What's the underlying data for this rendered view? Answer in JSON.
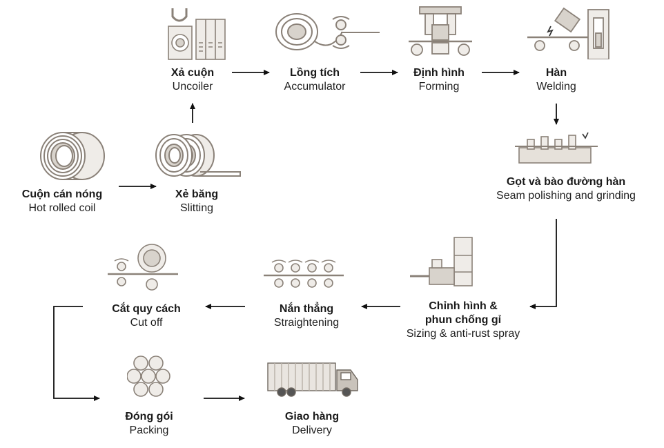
{
  "steps": {
    "hot_rolled_coil": {
      "vi": "Cuộn cán nóng",
      "en": "Hot rolled coil"
    },
    "slitting": {
      "vi": "Xẻ băng",
      "en": "Slitting"
    },
    "uncoiler": {
      "vi": "Xả cuộn",
      "en": "Uncoiler"
    },
    "accumulator": {
      "vi": "Lồng tích",
      "en": "Accumulator"
    },
    "forming": {
      "vi": "Định hình",
      "en": "Forming"
    },
    "welding": {
      "vi": "Hàn",
      "en": "Welding"
    },
    "seam_polishing": {
      "vi": "Gọt và bào đường hàn",
      "en": "Seam polishing and grinding"
    },
    "sizing": {
      "vi_line1": "Chỉnh hình &",
      "vi_line2": "phun chống gỉ",
      "en": "Sizing & anti-rust spray"
    },
    "straightening": {
      "vi": "Nắn thẳng",
      "en": "Straightening"
    },
    "cut_off": {
      "vi": "Cắt quy cách",
      "en": "Cut off"
    },
    "packing": {
      "vi": "Đóng gói",
      "en": "Packing"
    },
    "delivery": {
      "vi": "Giao hàng",
      "en": "Delivery"
    }
  },
  "icons": {
    "hot_rolled_coil": "coil-icon",
    "slitting": "slit-coil-icon",
    "uncoiler": "uncoiler-machine-icon",
    "accumulator": "accumulator-icon",
    "forming": "forming-press-icon",
    "welding": "welding-machine-icon",
    "seam_polishing": "seam-grinder-icon",
    "sizing": "sizing-spray-machine-icon",
    "straightening": "straightening-rollers-icon",
    "cut_off": "cutoff-saw-icon",
    "packing": "pipe-bundle-icon",
    "delivery": "truck-icon"
  },
  "colors": {
    "text": "#1a1a1a",
    "icon_stroke": "#8a8178",
    "icon_fill": "#d8d3cc",
    "arrow": "#111111"
  }
}
